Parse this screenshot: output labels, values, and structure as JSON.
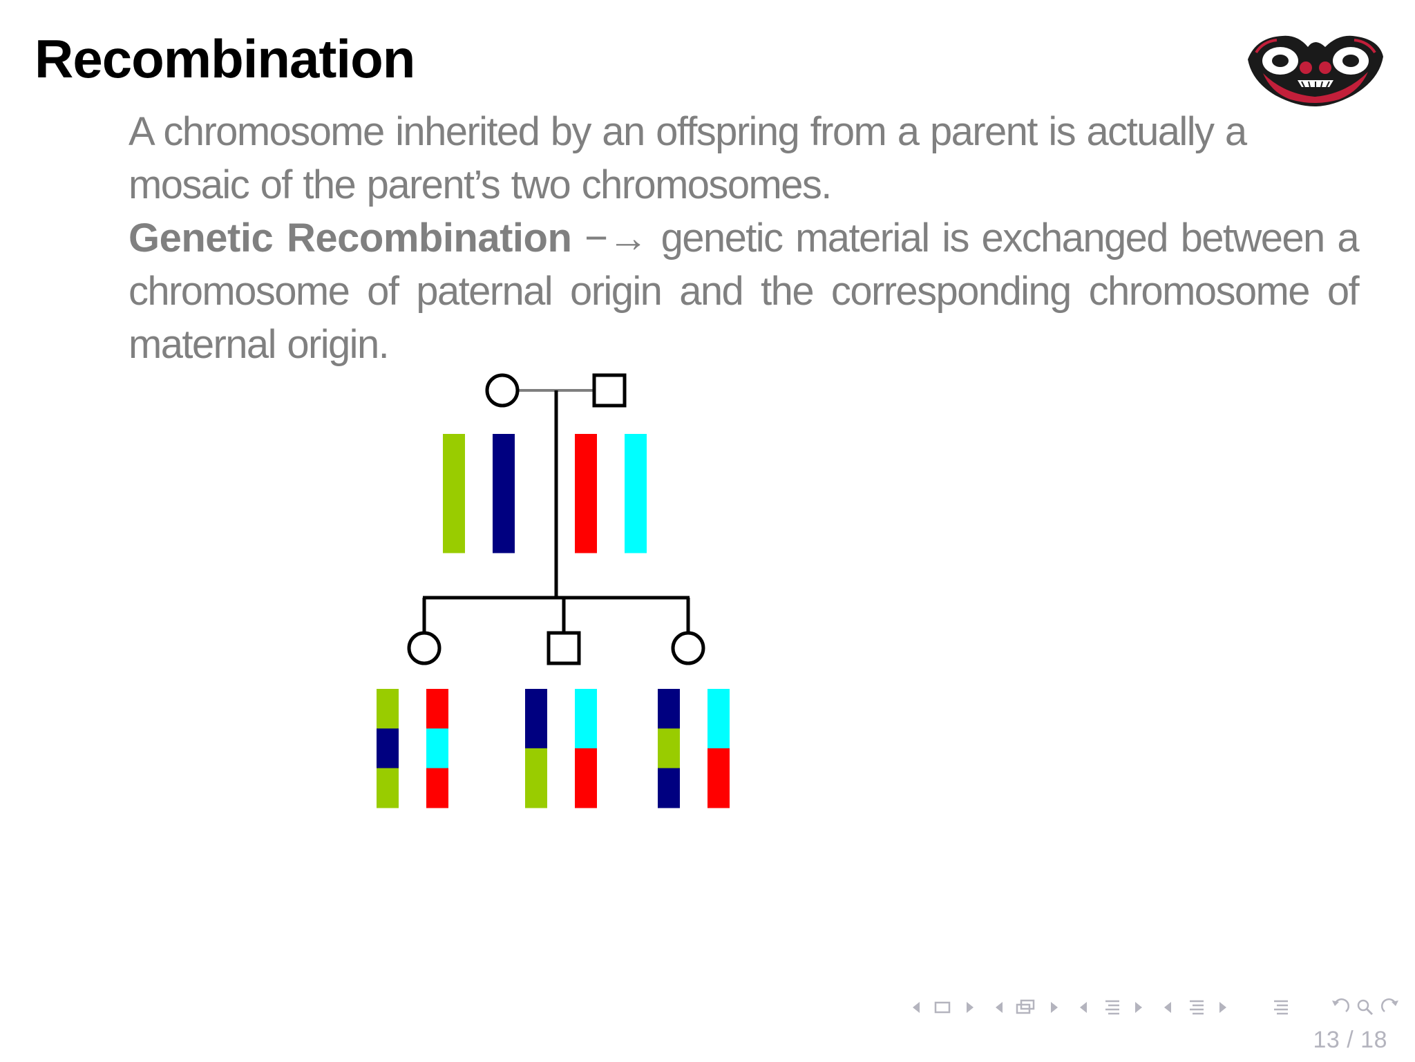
{
  "slide": {
    "title": "Recombination",
    "paragraph1": "A chromosome inherited by an offspring from a parent is actually a mosaic of the parent’s two chromosomes.",
    "term": "Genetic Recombination",
    "arrow": "−→",
    "definition": "genetic material is exchanged between a chromosome of paternal origin and the corresponding chromosome of maternal origin."
  },
  "colors": {
    "green": "#99cc00",
    "navy": "#000080",
    "red": "#ff0000",
    "cyan": "#00ffff",
    "text_gray": "#808080",
    "nav_gray": "#b4b4be"
  },
  "pedigree": {
    "parents": [
      {
        "symbol": "circle",
        "meaning": "female",
        "chromosomes": [
          [
            "green"
          ],
          [
            "navy"
          ]
        ]
      },
      {
        "symbol": "square",
        "meaning": "male",
        "chromosomes": [
          [
            "red"
          ],
          [
            "cyan"
          ]
        ]
      }
    ],
    "offspring": [
      {
        "symbol": "circle",
        "chromosomes": [
          [
            "green",
            "navy",
            "green"
          ],
          [
            "red",
            "cyan",
            "red"
          ]
        ]
      },
      {
        "symbol": "square",
        "chromosomes": [
          [
            "navy",
            "green"
          ],
          [
            "cyan",
            "red"
          ]
        ]
      },
      {
        "symbol": "circle",
        "chromosomes": [
          [
            "navy",
            "green",
            "navy"
          ],
          [
            "cyan",
            "red"
          ]
        ]
      }
    ]
  },
  "navigation": {
    "icons": [
      "nav-prev-icon",
      "frame-icon",
      "nav-next-icon",
      "nav-prev-icon",
      "subsection-icon",
      "nav-next-icon",
      "nav-prev-icon",
      "section-icon",
      "nav-next-icon",
      "nav-prev-icon",
      "presentation-icon",
      "nav-next-icon",
      "toc-icon",
      "undo-icon",
      "search-icon",
      "redo-icon"
    ],
    "page_counter": "13 / 18"
  }
}
